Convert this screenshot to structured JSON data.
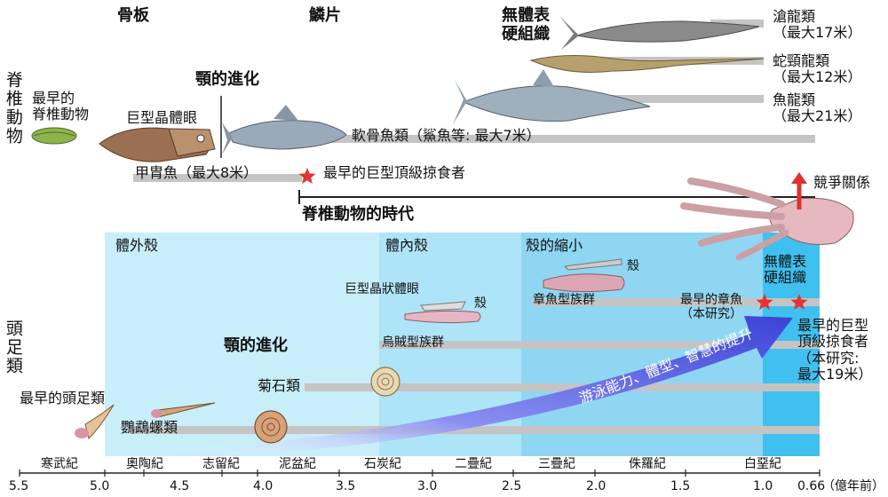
{
  "colors": {
    "cephalopod_panel": "#c8eefa",
    "inner_shell_zone": "#aee4f7",
    "shell_reduction_zone": "#8fd6f2",
    "no_shell_zone": "#3fc0ee",
    "bar": "#c4c4c4",
    "arrow": "#4a4fd8",
    "star": "#e63232",
    "competition_arrow": "#e03030"
  },
  "row_labels": {
    "vertebrates": "脊椎動物",
    "cephalopods": "頭足類"
  },
  "vertebrate": {
    "bone_plate": "骨板",
    "scales": "鱗片",
    "no_skeleton_line1": "無體表",
    "no_skeleton_line2": "硬組織",
    "jaw_evolution": "顎的進化",
    "earliest_vertebrate_line1": "最早的",
    "earliest_vertebrate_line2": "脊椎動物",
    "giant_eye": "巨型晶體眼",
    "placoderm": "甲胄魚（最大8米）",
    "first_apex": "最早的巨型頂級掠食者",
    "age_of_vertebrates": "脊椎動物的時代",
    "chondrichthyes": "軟骨魚類（鯊魚等: 最大7米）",
    "mosasaur_name": "滄龍類",
    "mosasaur_size": "（最大17米）",
    "plesiosaur_name": "蛇頸龍類",
    "plesiosaur_size": "（最大12米）",
    "ichthyosaur_name": "魚龍類",
    "ichthyosaur_size": "（最大21米）",
    "competition": "競爭關係"
  },
  "cephalopod": {
    "external_shell": "體外殼",
    "internal_shell": "體內殼",
    "shell_reduction": "殼的縮小",
    "no_skeleton_line1": "無體表",
    "no_skeleton_line2": "硬組織",
    "giant_eye": "巨型晶狀體眼",
    "shell_a": "殼",
    "shell_b": "殼",
    "octopus_group": "章魚型族群",
    "squid_group": "烏賊型族群",
    "earliest_octopus_line1": "最早的章魚",
    "earliest_octopus_line2": "（本研究）",
    "apex_line1": "最早的巨型",
    "apex_line2": "頂級掠食者",
    "apex_line3": "（本研究:",
    "apex_line4": "最大19米）",
    "jaw_evolution": "顎的進化",
    "ammonoids": "菊石類",
    "earliest_cephalopod": "最早的頭足類",
    "nautiloids": "鸚鵡螺類",
    "arrow_text": "游泳能力、體型、智慧的提升"
  },
  "periods": [
    "寒武紀",
    "奧陶紀",
    "志留紀",
    "泥盆紀",
    "石炭紀",
    "二疊紀",
    "三疊紀",
    "侏羅紀",
    "白堊紀"
  ],
  "axis_ticks": [
    "5.5",
    "5.0",
    "4.5",
    "4.0",
    "3.5",
    "3.0",
    "2.5",
    "2.0",
    "1.5",
    "1.0",
    "0.66"
  ],
  "axis_unit": "（億年前）"
}
